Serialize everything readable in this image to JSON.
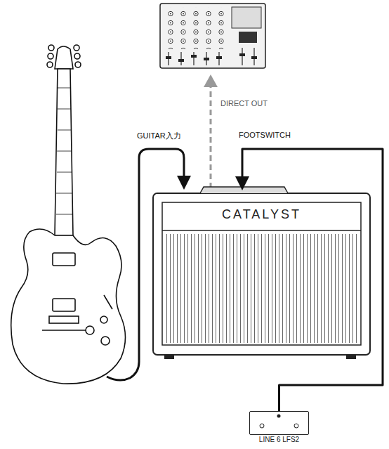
{
  "diagram": {
    "nodes": [
      {
        "text": [
          "CATALYST"
        ]
      },
      {
        "text": [
          "LINE 6 LFS2"
        ]
      }
    ],
    "edges": [
      {
        "from": 1,
        "to": 0,
        "arrow": "to",
        "label": "FOOTSWITCH"
      }
    ],
    "labels": [
      "GUITAR入力",
      "DIRECT OUT"
    ]
  }
}
